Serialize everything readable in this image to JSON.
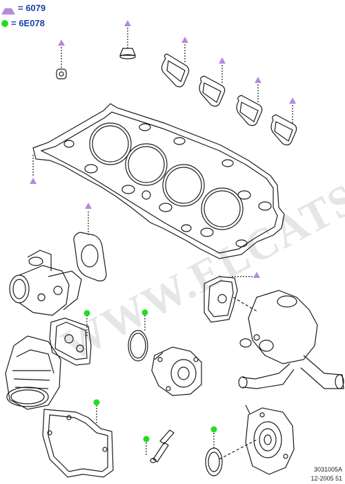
{
  "legend": [
    {
      "symbol": "triangle-icon",
      "color": "#b48ae0",
      "text": "= 6079"
    },
    {
      "symbol": "dot-icon",
      "color": "#22dd22",
      "text": "= 6E078"
    }
  ],
  "reference": {
    "code": "3031005A",
    "date": "12-2005 51"
  },
  "watermark": "WWW.ELCATS.RU",
  "colors": {
    "line": "#1a1a1a",
    "triangle": "#b48ae0",
    "dot": "#22dd22",
    "text": "#1a3fa8"
  }
}
